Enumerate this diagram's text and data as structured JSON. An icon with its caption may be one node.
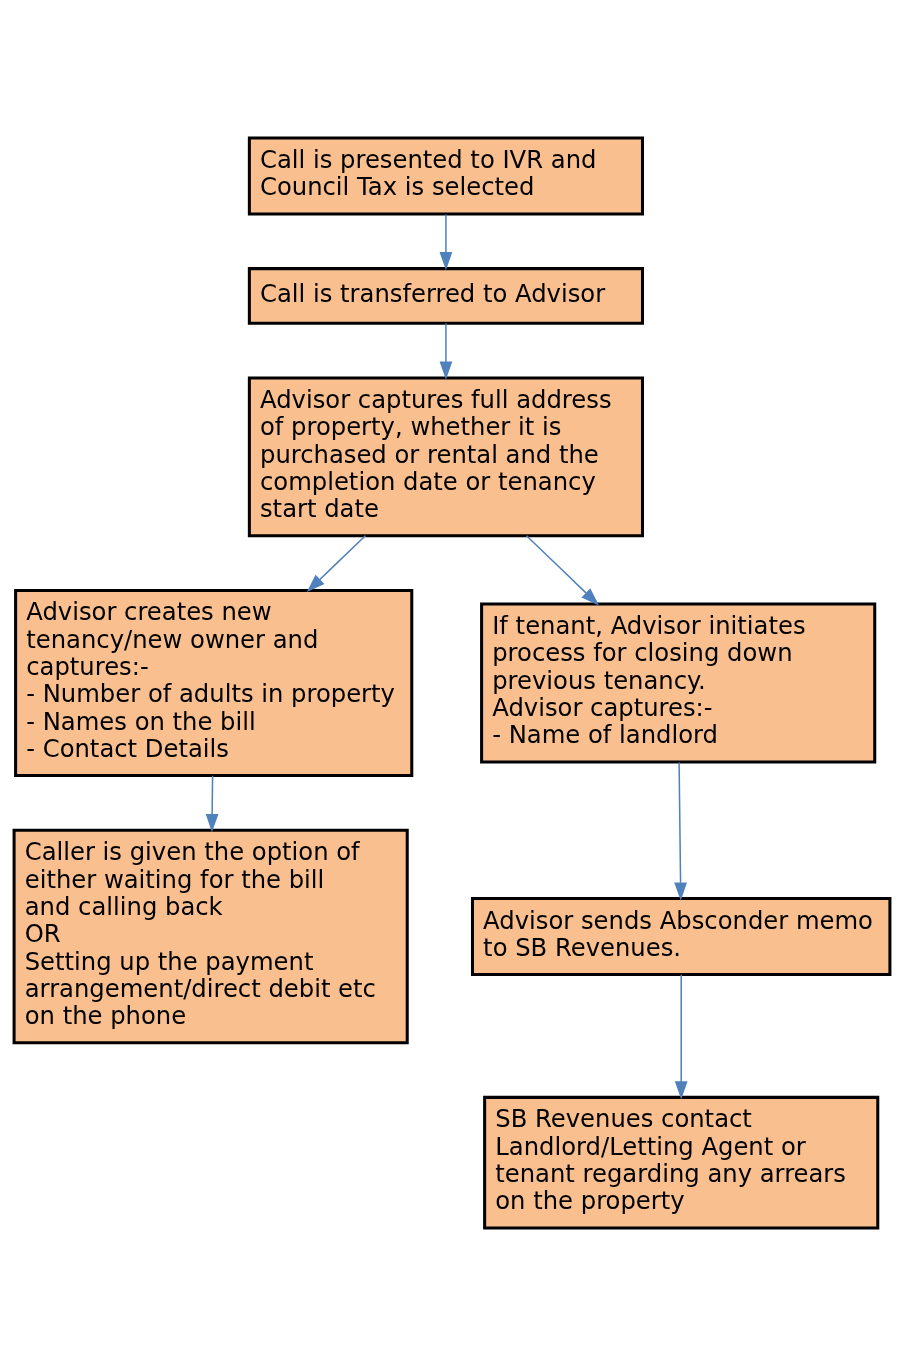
{
  "diagram": {
    "nodes": [
      {
        "text": [
          "Call is presented to IVR and Council Tax is selected"
        ]
      },
      {
        "text": [
          "Call is transferred to Advisor"
        ]
      },
      {
        "text": [
          "Advisor captures full address of property, whether it is purchased or rental and the completion date or tenancy start date"
        ]
      },
      {
        "text": [
          "Advisor creates new tenancy/new owner and captures:-",
          "- Number of adults in property",
          "- Names on the bill",
          "- Contact Details"
        ]
      },
      {
        "text": [
          "If tenant, Advisor initiates process for closing down previous tenancy.",
          "Advisor captures:-",
          "- Name of landlord"
        ]
      },
      {
        "text": [
          "Caller is given the option of either waiting for the bill and calling back",
          "OR",
          "Setting up the payment arrangement/direct debit etc on the phone"
        ]
      },
      {
        "text": [
          "Advisor sends Absconder memo to SB Revenues."
        ]
      },
      {
        "text": [
          "SB Revenues contact Landlord/Letting Agent or tenant regarding any arrears on the property"
        ]
      }
    ],
    "edges": [
      {
        "from": 0,
        "to": 1,
        "arrow": "to"
      },
      {
        "from": 1,
        "to": 2,
        "arrow": "to"
      },
      {
        "from": 2,
        "to": 3,
        "arrow": "to"
      },
      {
        "from": 2,
        "to": 4,
        "arrow": "to"
      },
      {
        "from": 3,
        "to": 5,
        "arrow": "to"
      },
      {
        "from": 4,
        "to": 6,
        "arrow": "to"
      },
      {
        "from": 6,
        "to": 7,
        "arrow": "to"
      }
    ]
  }
}
